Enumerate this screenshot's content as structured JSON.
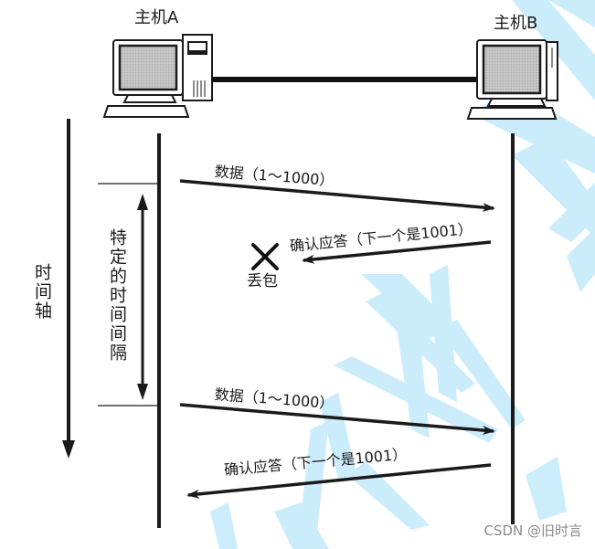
{
  "diagram": {
    "host_a": {
      "label": "主机A"
    },
    "host_b": {
      "label": "主机B"
    },
    "time_axis": {
      "label": "时间轴"
    },
    "interval": {
      "label": "特定的时间间隔"
    },
    "messages": [
      {
        "id": "data-1",
        "direction": "A->B",
        "text": "数据（1～1000）"
      },
      {
        "id": "ack-1",
        "direction": "B->A",
        "text": "确认应答（下一个是1001）",
        "status": "lost"
      },
      {
        "id": "data-2",
        "direction": "A->B",
        "text": "数据（1～1000）",
        "note": "retransmission"
      },
      {
        "id": "ack-2",
        "direction": "B->A",
        "text": "确认应答（下一个是1001）"
      }
    ],
    "loss_marker": {
      "symbol": "✕",
      "label": "丢包"
    }
  },
  "watermark": {
    "text": "CSDN @旧时言",
    "color": "#5ec8f2"
  },
  "colors": {
    "line": "#1a1a1a",
    "screen": "#bdbdbd",
    "watermark_stroke": "#c9ecfb"
  }
}
